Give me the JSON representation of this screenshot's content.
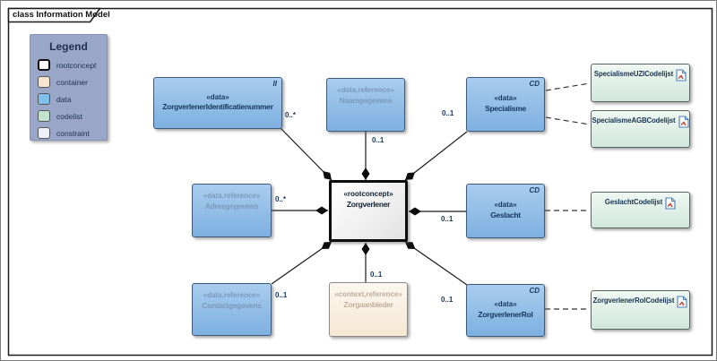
{
  "frame": {
    "tab_label": "class Information Model"
  },
  "legend": {
    "title": "Legend",
    "items": [
      {
        "label": "rootconcept",
        "color": "#ffffff"
      },
      {
        "label": "container",
        "color": "#f7e4d0"
      },
      {
        "label": "data",
        "color": "#7fbfec"
      },
      {
        "label": "codelist",
        "color": "#bfe3cd"
      },
      {
        "label": "constraint",
        "color": "#eceef9"
      }
    ]
  },
  "nodes": {
    "center": {
      "stereotype": "«rootconcept»",
      "name": "Zorgverlener"
    },
    "identificatienummer": {
      "stereotype": "«data»",
      "name": "ZorgverlenerIdentificatienummer",
      "marker": "II",
      "multiplicity": "0..*"
    },
    "naamgegevens": {
      "stereotype": "«data,reference»",
      "name": "Naamgegevens",
      "multiplicity": "0..1"
    },
    "specialisme": {
      "stereotype": "«data»",
      "name": "Specialisme",
      "marker": "CD",
      "multiplicity": "0..1"
    },
    "adresgegevens": {
      "stereotype": "«data,reference»",
      "name": "Adresgegevens",
      "multiplicity": "0..*"
    },
    "geslacht": {
      "stereotype": "«data»",
      "name": "Geslacht",
      "marker": "CD",
      "multiplicity": "0..1"
    },
    "contactgegevens": {
      "stereotype": "«data,reference»",
      "name": "Contactgegevens",
      "multiplicity": "0..1"
    },
    "zorgaanbieder": {
      "stereotype": "«context,reference»",
      "name": "Zorgaanbieder",
      "multiplicity": "0..1"
    },
    "zorgverlenerrol": {
      "stereotype": "«data»",
      "name": "ZorgverlenerRol",
      "marker": "CD",
      "multiplicity": "0..1"
    }
  },
  "codelists": [
    {
      "name": "SpecialismeUZICodelijst"
    },
    {
      "name": "SpecialismeAGBCodelijst"
    },
    {
      "name": "GeslachtCodelijst"
    },
    {
      "name": "ZorgverlenerRolCodelijst"
    }
  ],
  "colors": {
    "data_fill": "#7fb2e2",
    "codelist_fill": "#d1e7db",
    "container_fill": "#f5e7d2",
    "legend_bg": "#9aa6c8",
    "reference_text": "#7b99bd",
    "dark_text": "#17365d"
  }
}
